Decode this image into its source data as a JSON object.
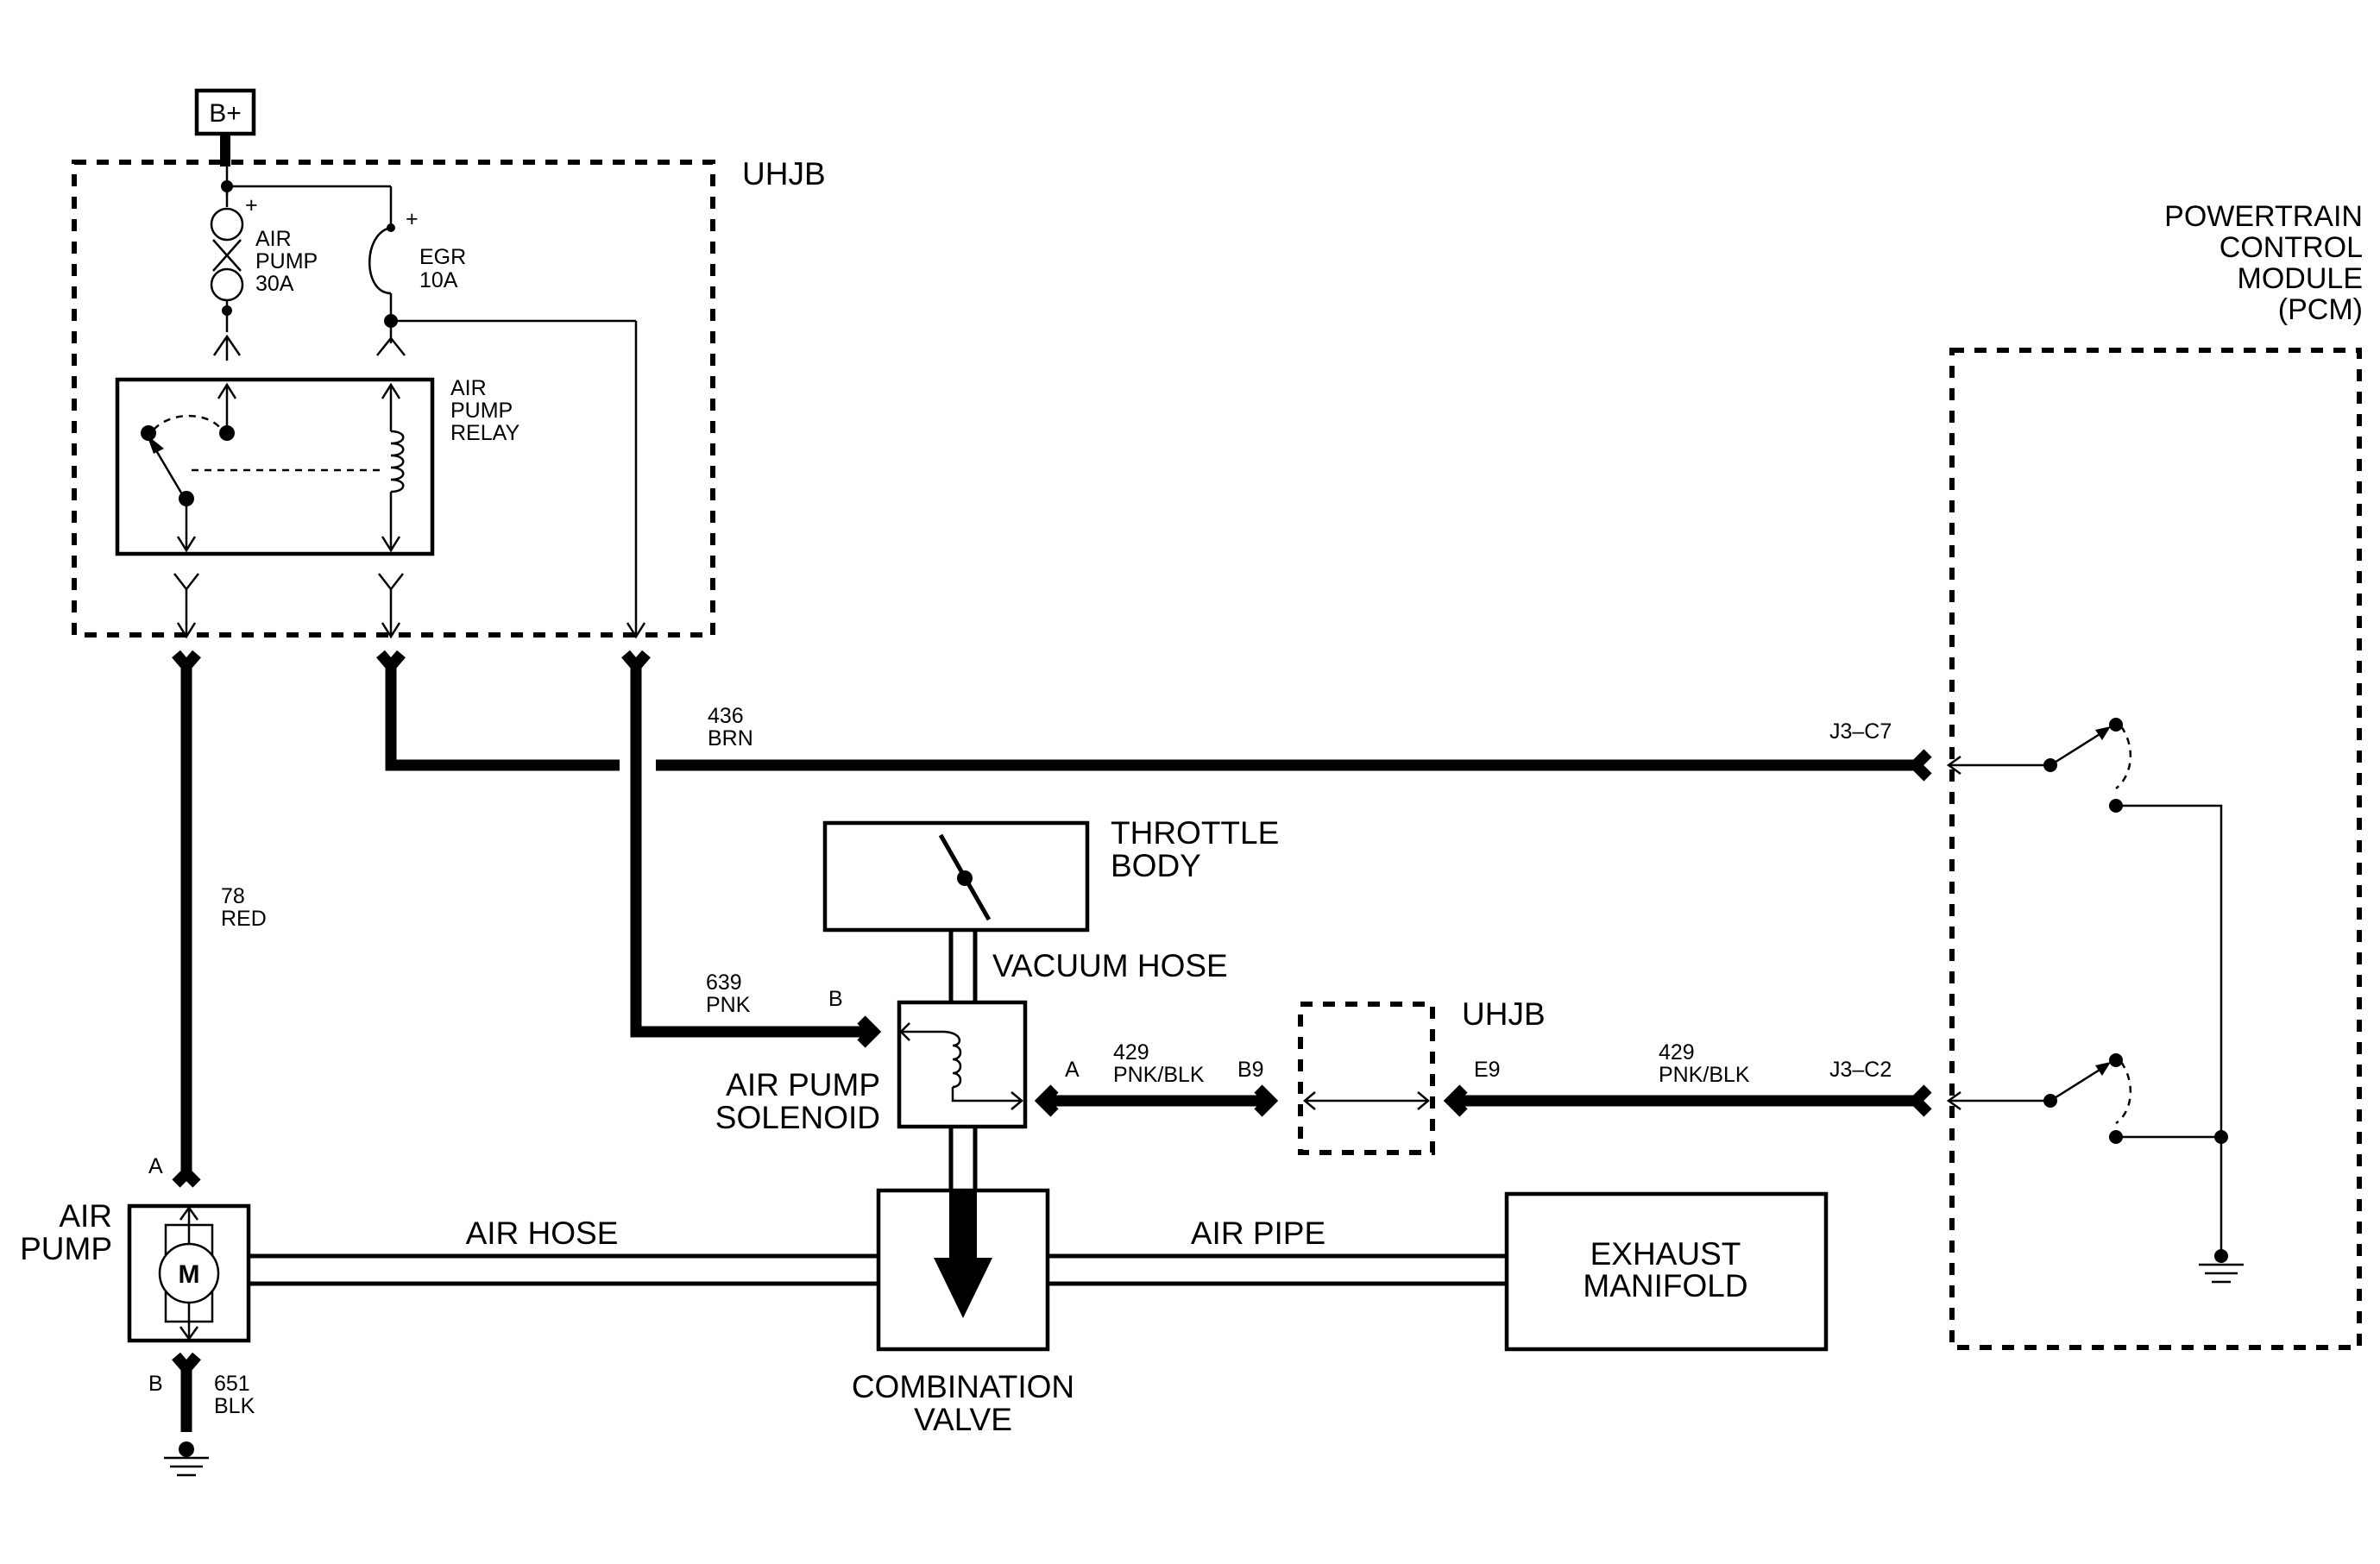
{
  "power": {
    "battery": "B+"
  },
  "uhjb": {
    "main_label": "UHJB",
    "small_label": "UHJB"
  },
  "fuses": {
    "air_pump": {
      "line1": "AIR",
      "line2": "PUMP",
      "line3": "30A"
    },
    "egr": {
      "line1": "EGR",
      "line2": "10A"
    },
    "plus_mark": "+"
  },
  "relay": {
    "line1": "AIR",
    "line2": "PUMP",
    "line3": "RELAY"
  },
  "pcm": {
    "line1": "POWERTRAIN",
    "line2": "CONTROL",
    "line3": "MODULE",
    "line4": "(PCM)"
  },
  "wires": {
    "w78": {
      "number": "78",
      "color": "RED"
    },
    "w436": {
      "number": "436",
      "color": "BRN",
      "connector": "J3–C7"
    },
    "w639": {
      "number": "639",
      "color": "PNK",
      "pin": "B"
    },
    "w429a": {
      "pin": "A",
      "number": "429",
      "color": "PNK/BLK",
      "connector": "B9"
    },
    "w429b": {
      "connector_left": "E9",
      "number": "429",
      "color": "PNK/BLK",
      "connector_right": "J3–C2"
    },
    "w651": {
      "pin": "B",
      "number": "651",
      "color": "BLK"
    }
  },
  "components": {
    "throttle_body": {
      "line1": "THROTTLE",
      "line2": "BODY"
    },
    "vacuum_hose": "VACUUM HOSE",
    "air_pump_solenoid": {
      "line1": "AIR PUMP",
      "line2": "SOLENOID"
    },
    "air_pump": {
      "line1": "AIR",
      "line2": "PUMP",
      "motor": "M",
      "pin_a": "A"
    },
    "air_hose": "AIR HOSE",
    "air_pipe": "AIR PIPE",
    "combination_valve": {
      "line1": "COMBINATION",
      "line2": "VALVE"
    },
    "exhaust_manifold": {
      "line1": "EXHAUST",
      "line2": "MANIFOLD"
    }
  }
}
